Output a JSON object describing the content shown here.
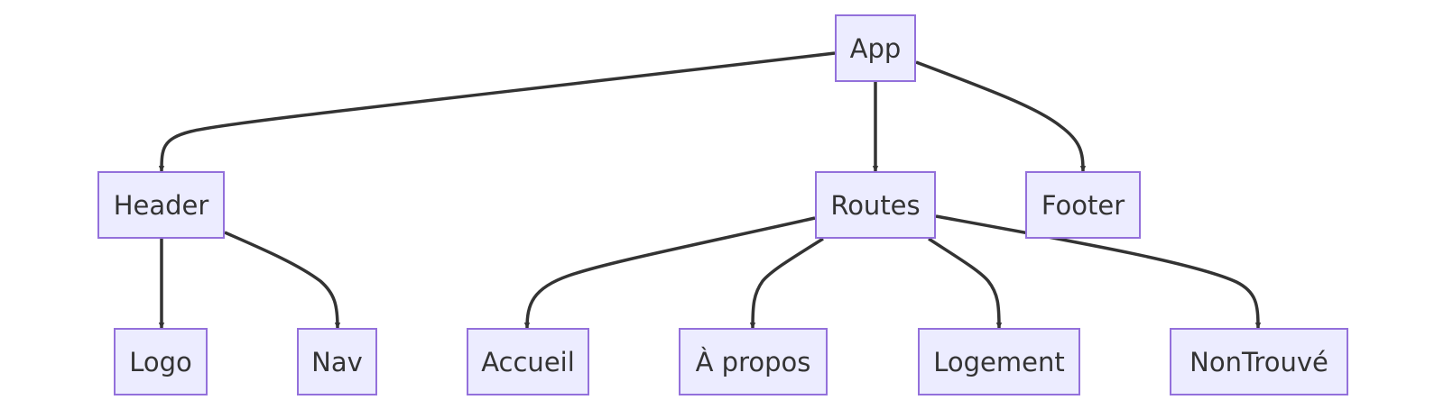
{
  "diagram": {
    "type": "tree",
    "nodes": {
      "app": "App",
      "header": "Header",
      "routes": "Routes",
      "footer": "Footer",
      "logo": "Logo",
      "nav": "Nav",
      "accueil": "Accueil",
      "apropos": "À propos",
      "logement": "Logement",
      "nontrouve": "NonTrouvé"
    },
    "edges": [
      {
        "from": "app",
        "to": "header"
      },
      {
        "from": "app",
        "to": "routes"
      },
      {
        "from": "app",
        "to": "footer"
      },
      {
        "from": "header",
        "to": "logo"
      },
      {
        "from": "header",
        "to": "nav"
      },
      {
        "from": "routes",
        "to": "accueil"
      },
      {
        "from": "routes",
        "to": "apropos"
      },
      {
        "from": "routes",
        "to": "logement"
      },
      {
        "from": "routes",
        "to": "nontrouve"
      }
    ],
    "colors": {
      "node_fill": "#ececff",
      "node_border": "#9370db",
      "edge": "#333333",
      "text": "#333333"
    }
  }
}
